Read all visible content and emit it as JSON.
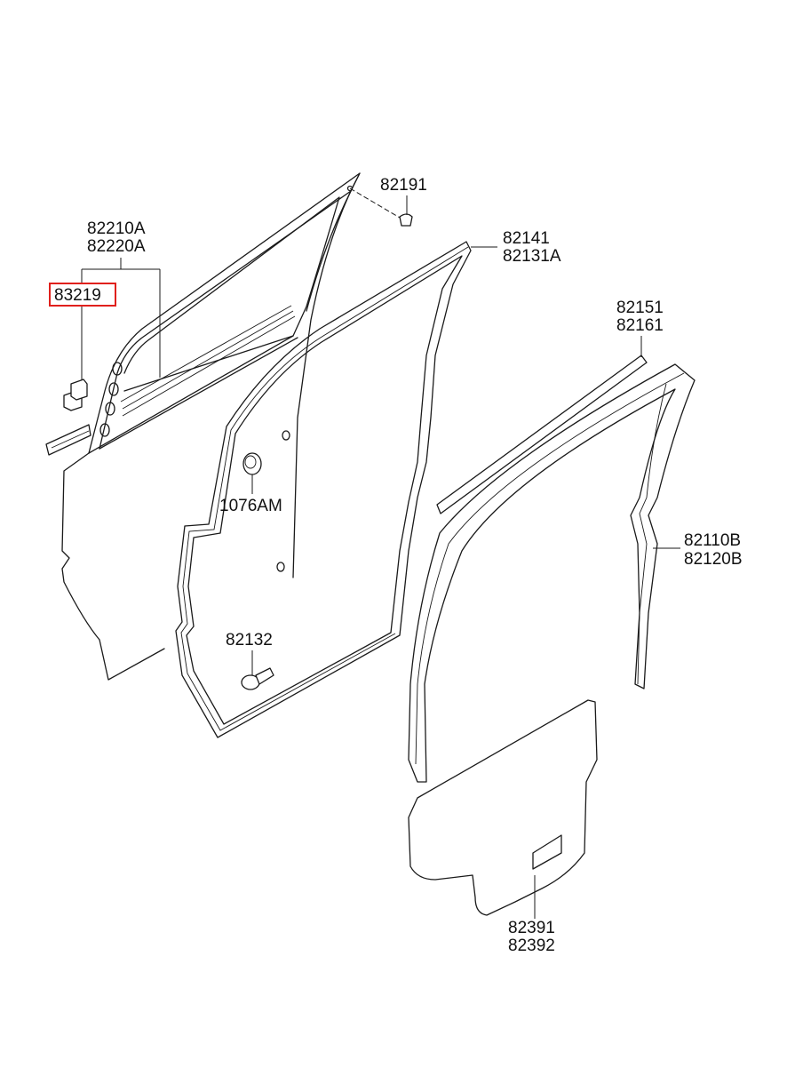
{
  "highlight_color": "#e0201c",
  "line_color": "#1a1a1a",
  "callouts": {
    "c_82191": [
      "82191"
    ],
    "c_82210": [
      "82210A",
      "82220A"
    ],
    "c_83219": [
      "83219"
    ],
    "c_82141": [
      "82141",
      "82131A"
    ],
    "c_82151": [
      "82151",
      "82161"
    ],
    "c_1076": [
      "1076AM"
    ],
    "c_82110": [
      "82110B",
      "82120B"
    ],
    "c_82132": [
      "82132"
    ],
    "c_82391": [
      "82391",
      "82392"
    ]
  },
  "highlighted_part": "83219"
}
